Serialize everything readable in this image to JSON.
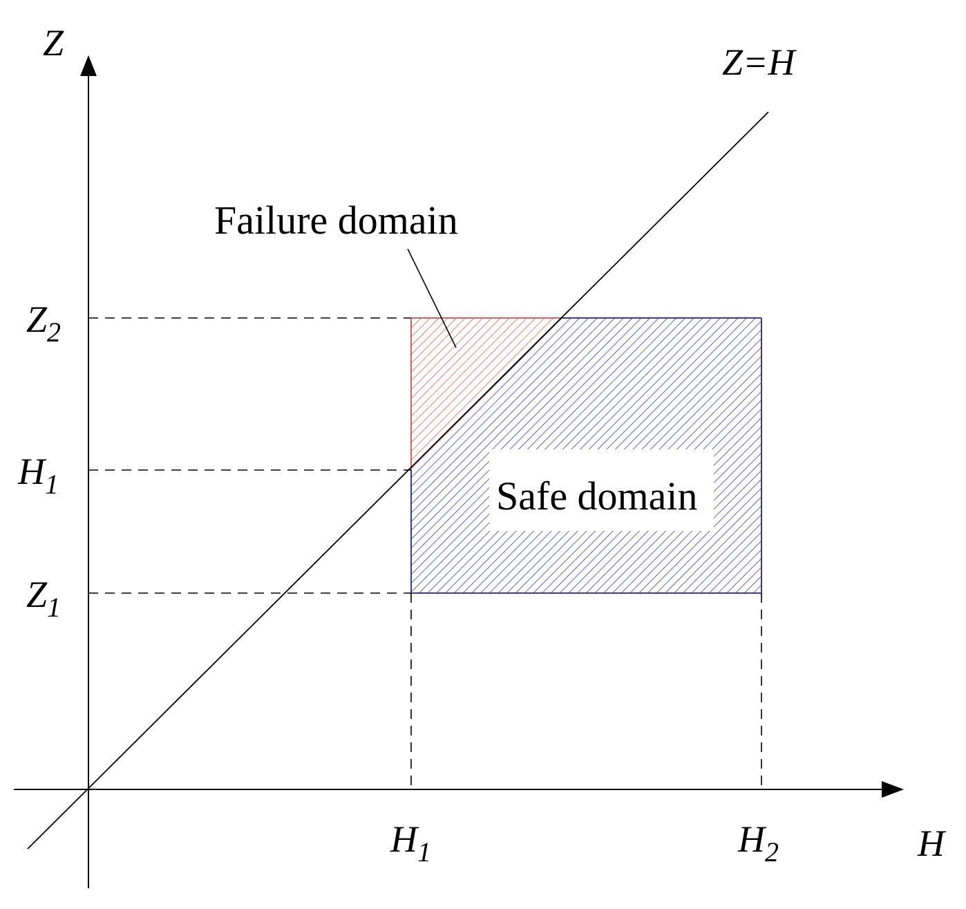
{
  "axes": {
    "x_label": "H",
    "y_label": "Z"
  },
  "line": {
    "label": "Z=H"
  },
  "x_ticks": [
    {
      "base": "H",
      "sub": "1"
    },
    {
      "base": "H",
      "sub": "2"
    }
  ],
  "y_ticks": [
    {
      "base": "Z",
      "sub": "2"
    },
    {
      "base": "H",
      "sub": "1"
    },
    {
      "base": "Z",
      "sub": "1"
    }
  ],
  "regions": {
    "failure_label": "Failure domain",
    "safe_label": "Safe domain",
    "failure_color": "#e06060",
    "safe_color": "#3a3aa0"
  },
  "colors": {
    "axis": "#000000",
    "hatch_failure": "#e06060",
    "hatch_safe": "#3a3aa0"
  }
}
